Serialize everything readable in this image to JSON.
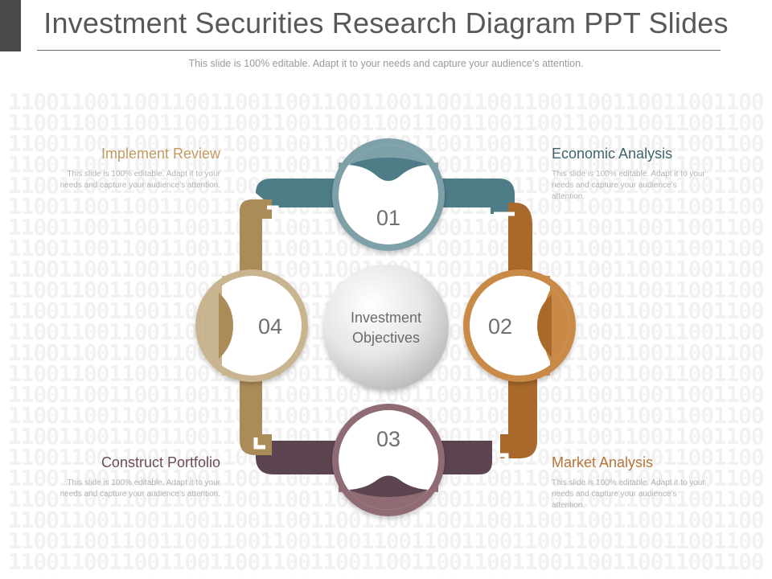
{
  "slide": {
    "title": "Investment Securities Research Diagram PPT Slides",
    "subtitle": "This slide is 100% editable. Adapt it to your needs and capture your audience’s attention."
  },
  "background_pattern": "110011001100110011001100110011001100110011001100110011001100110011001100",
  "center": {
    "line1": "Investment",
    "line2": "Objectives"
  },
  "steps": [
    {
      "number": "01",
      "color": "#7ea0a8"
    },
    {
      "number": "02",
      "color": "#c98a47"
    },
    {
      "number": "03",
      "color": "#8f6c73"
    },
    {
      "number": "04",
      "color": "#c8b48e"
    }
  ],
  "blocks": {
    "top_left": {
      "title": "Implement  Review",
      "text": "This slide is 100% editable. Adapt it to your needs and capture your audience’s attention.",
      "color": "#c29a63"
    },
    "top_right": {
      "title": "Economic Analysis",
      "text": "This slide is 100% editable. Adapt it to your needs and capture your audience’s attention.",
      "color": "#40636d"
    },
    "bottom_left": {
      "title": "Construct Portfolio",
      "text": "This slide is 100% editable. Adapt it to your needs and capture your audience’s attention.",
      "color": "#6b4c55"
    },
    "bottom_right": {
      "title": "Market Analysis",
      "text": "This slide is 100% editable. Adapt it to your needs and capture your audience’s attention.",
      "color": "#b5773a"
    }
  },
  "arm_colors": {
    "top": "#4f7d87",
    "right": "#a9692b",
    "bottom": "#5c4450",
    "left": "#ab8c58"
  }
}
